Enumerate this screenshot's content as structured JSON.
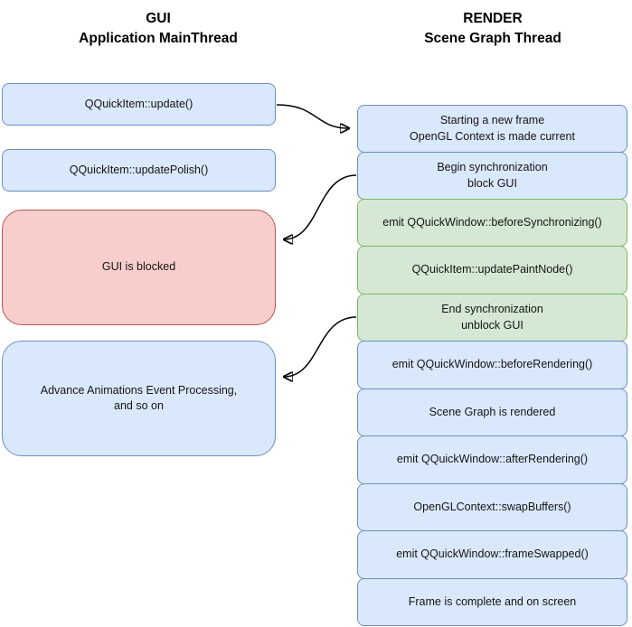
{
  "headers": {
    "left": "GUI\nApplication MainThread",
    "right": "RENDER\nScene Graph Thread"
  },
  "colors": {
    "blue_fill": "#dae8fc",
    "blue_border": "#6c8ebf",
    "green_fill": "#d5e8d4",
    "green_border": "#82b366",
    "red_fill": "#f8cecc",
    "red_border": "#b85450",
    "arrow": "#000000",
    "background": "#ffffff"
  },
  "left_nodes": [
    {
      "label": "QQuickItem::update()",
      "color": "blue"
    },
    {
      "label": "QQuickItem::updatePolish()",
      "color": "blue"
    },
    {
      "label": "GUI is blocked",
      "color": "red"
    },
    {
      "label": "Advance Animations Event Processing,\nand so on",
      "color": "blue"
    }
  ],
  "right_nodes": [
    {
      "label": "Starting a new frame\nOpenGL Context is made current",
      "color": "blue"
    },
    {
      "label": "Begin synchronization\nblock GUI",
      "color": "blue"
    },
    {
      "label": "emit QQuickWindow::beforeSynchronizing()",
      "color": "green"
    },
    {
      "label": "QQuickItem::updatePaintNode()",
      "color": "green"
    },
    {
      "label": "End synchronization\nunblock GUI",
      "color": "green"
    },
    {
      "label": "emit QQuickWindow::beforeRendering()",
      "color": "blue"
    },
    {
      "label": "Scene Graph is rendered",
      "color": "blue"
    },
    {
      "label": "emit QQuickWindow::afterRendering()",
      "color": "blue"
    },
    {
      "label": "OpenGLContext::swapBuffers()",
      "color": "blue"
    },
    {
      "label": "emit QQuickWindow::frameSwapped()",
      "color": "blue"
    },
    {
      "label": "Frame is complete and on screen",
      "color": "blue"
    }
  ],
  "arrows": [
    {
      "from": "QQuickItem::update()",
      "to": "Starting a new frame"
    },
    {
      "from": "Begin synchronization",
      "to": "GUI is blocked"
    },
    {
      "from": "End synchronization",
      "to": "Advance Animations Event Processing"
    }
  ]
}
